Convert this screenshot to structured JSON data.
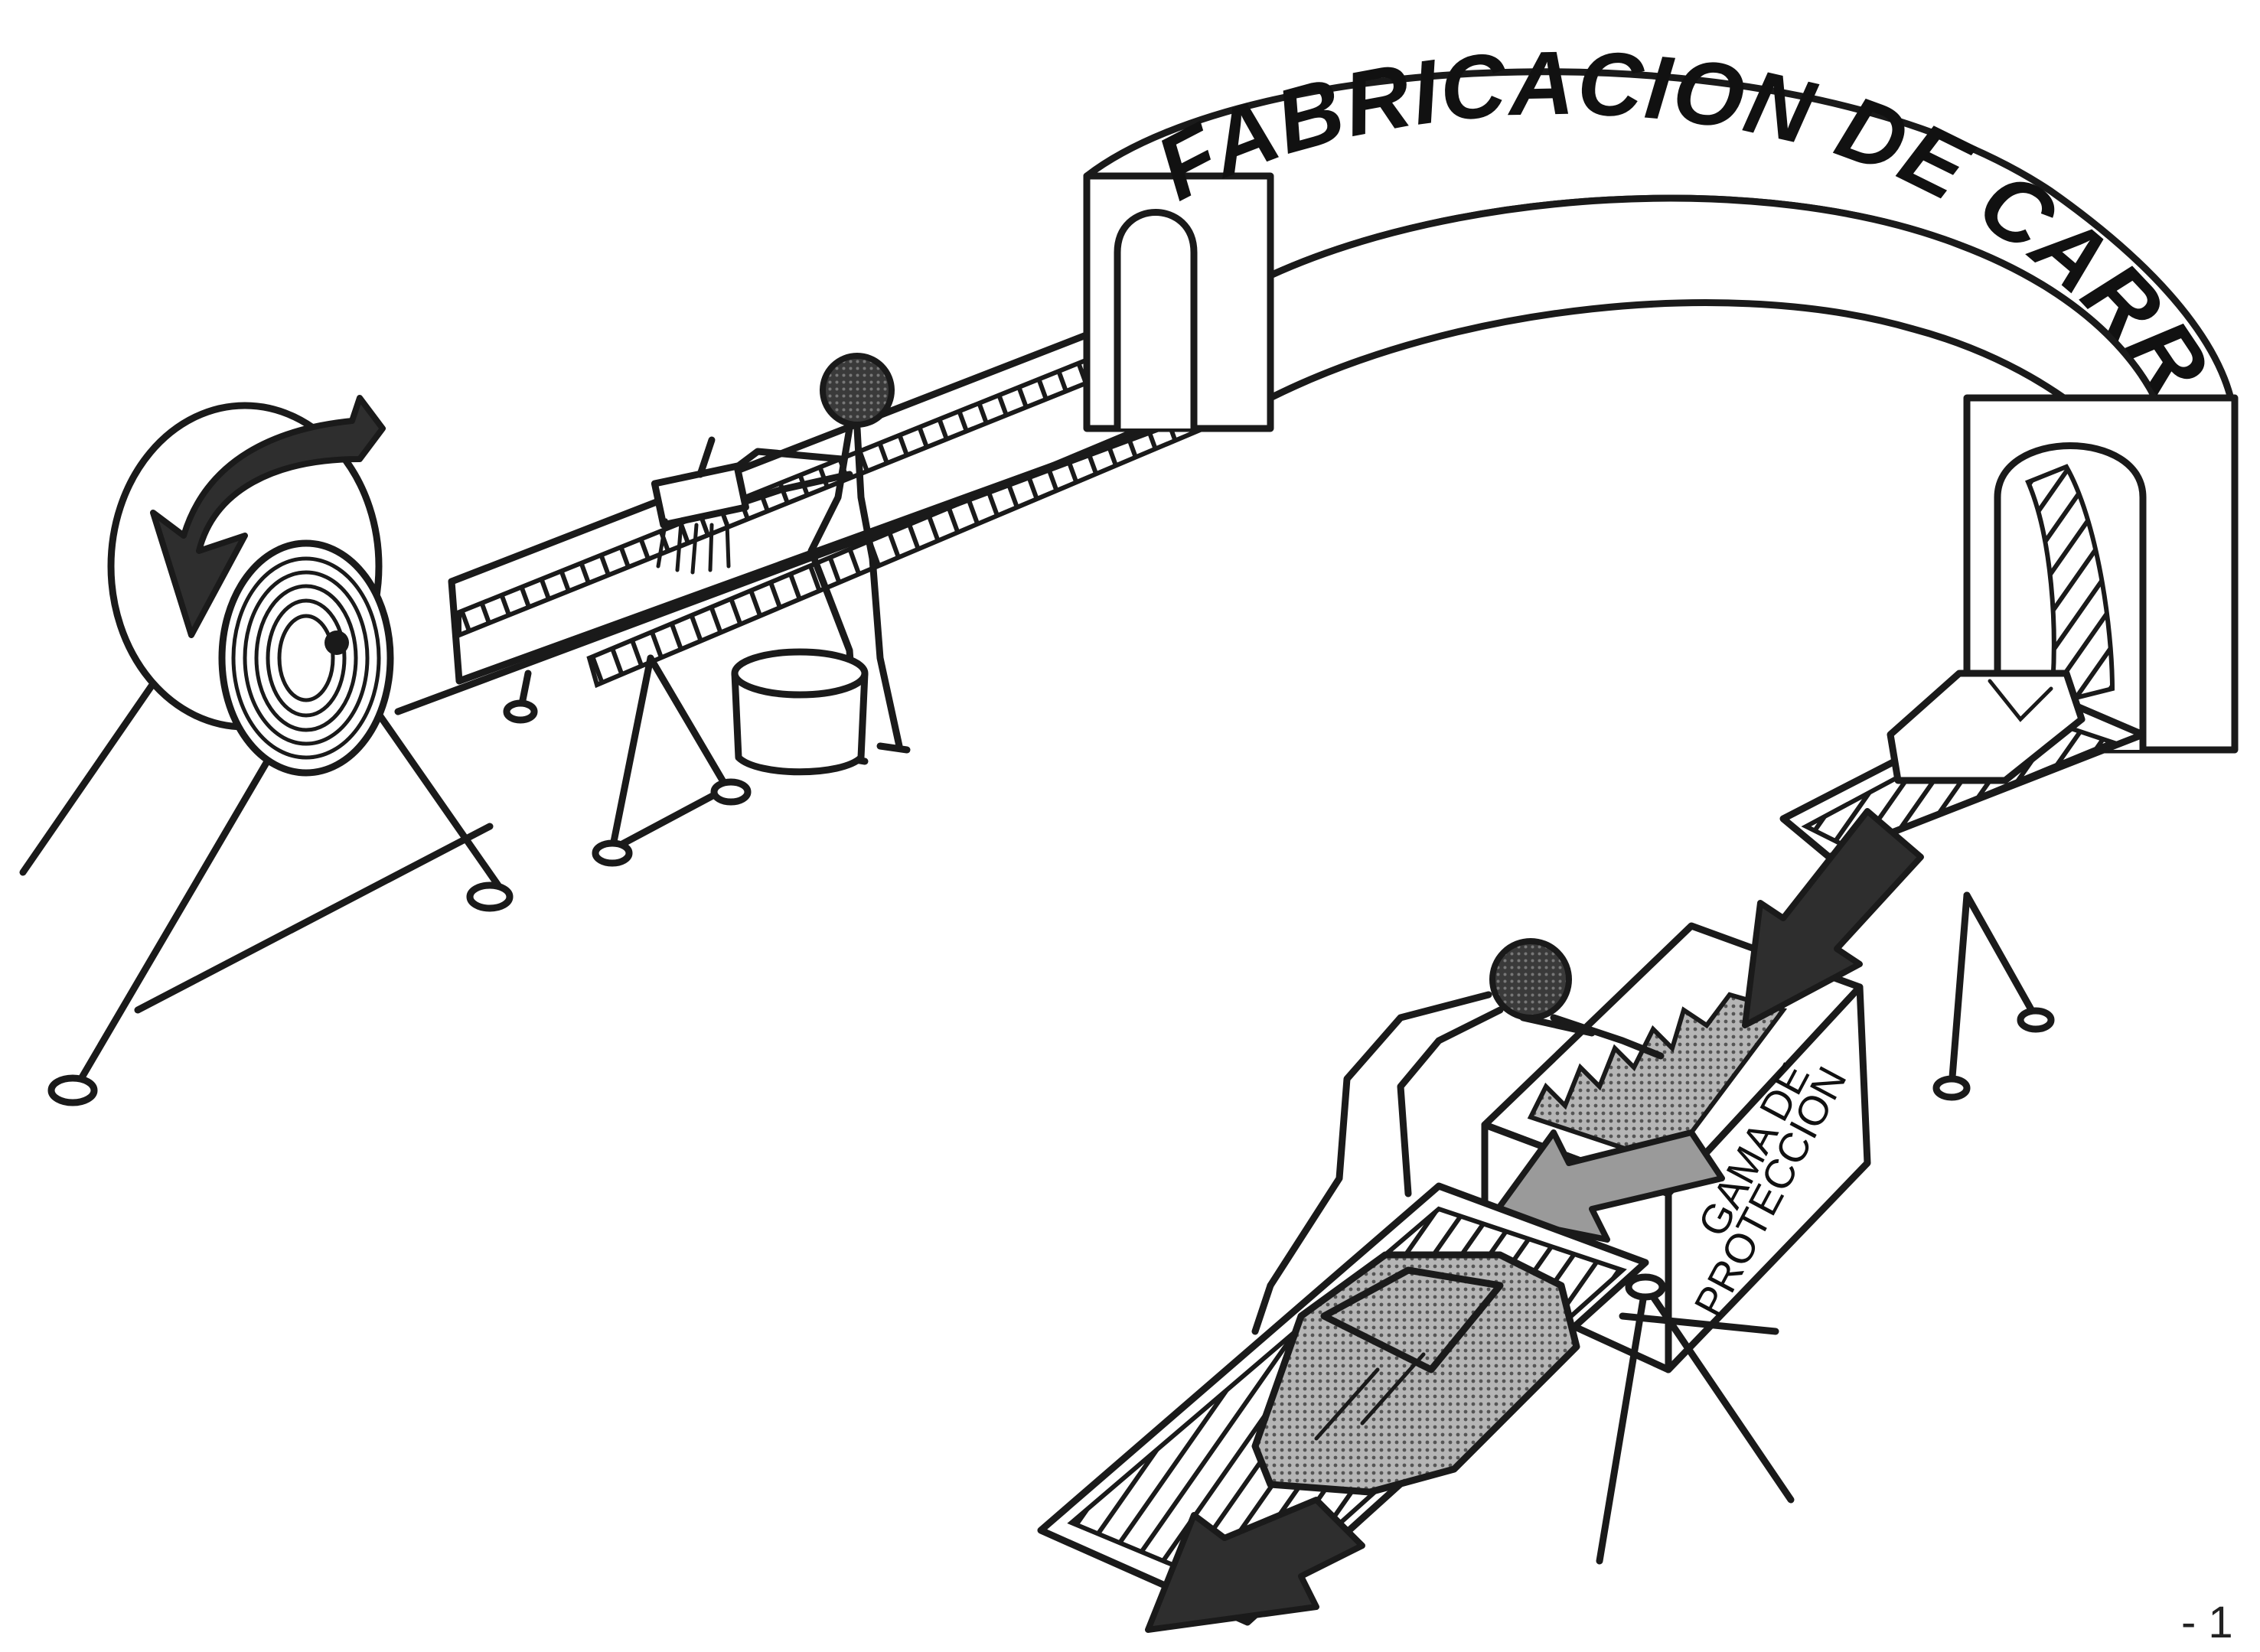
{
  "illustration": {
    "arch_label": "FABRICACION DE CARROCERIAS",
    "box_label_line1": "GAMA DE",
    "box_label_line2": "PROTECCION",
    "page_number": "- 1"
  },
  "colors": {
    "ink": "#1a1a1a",
    "paper": "#ffffff",
    "halftone_grey": "#9a9a9a",
    "dark_fill": "#2e2e2e"
  }
}
